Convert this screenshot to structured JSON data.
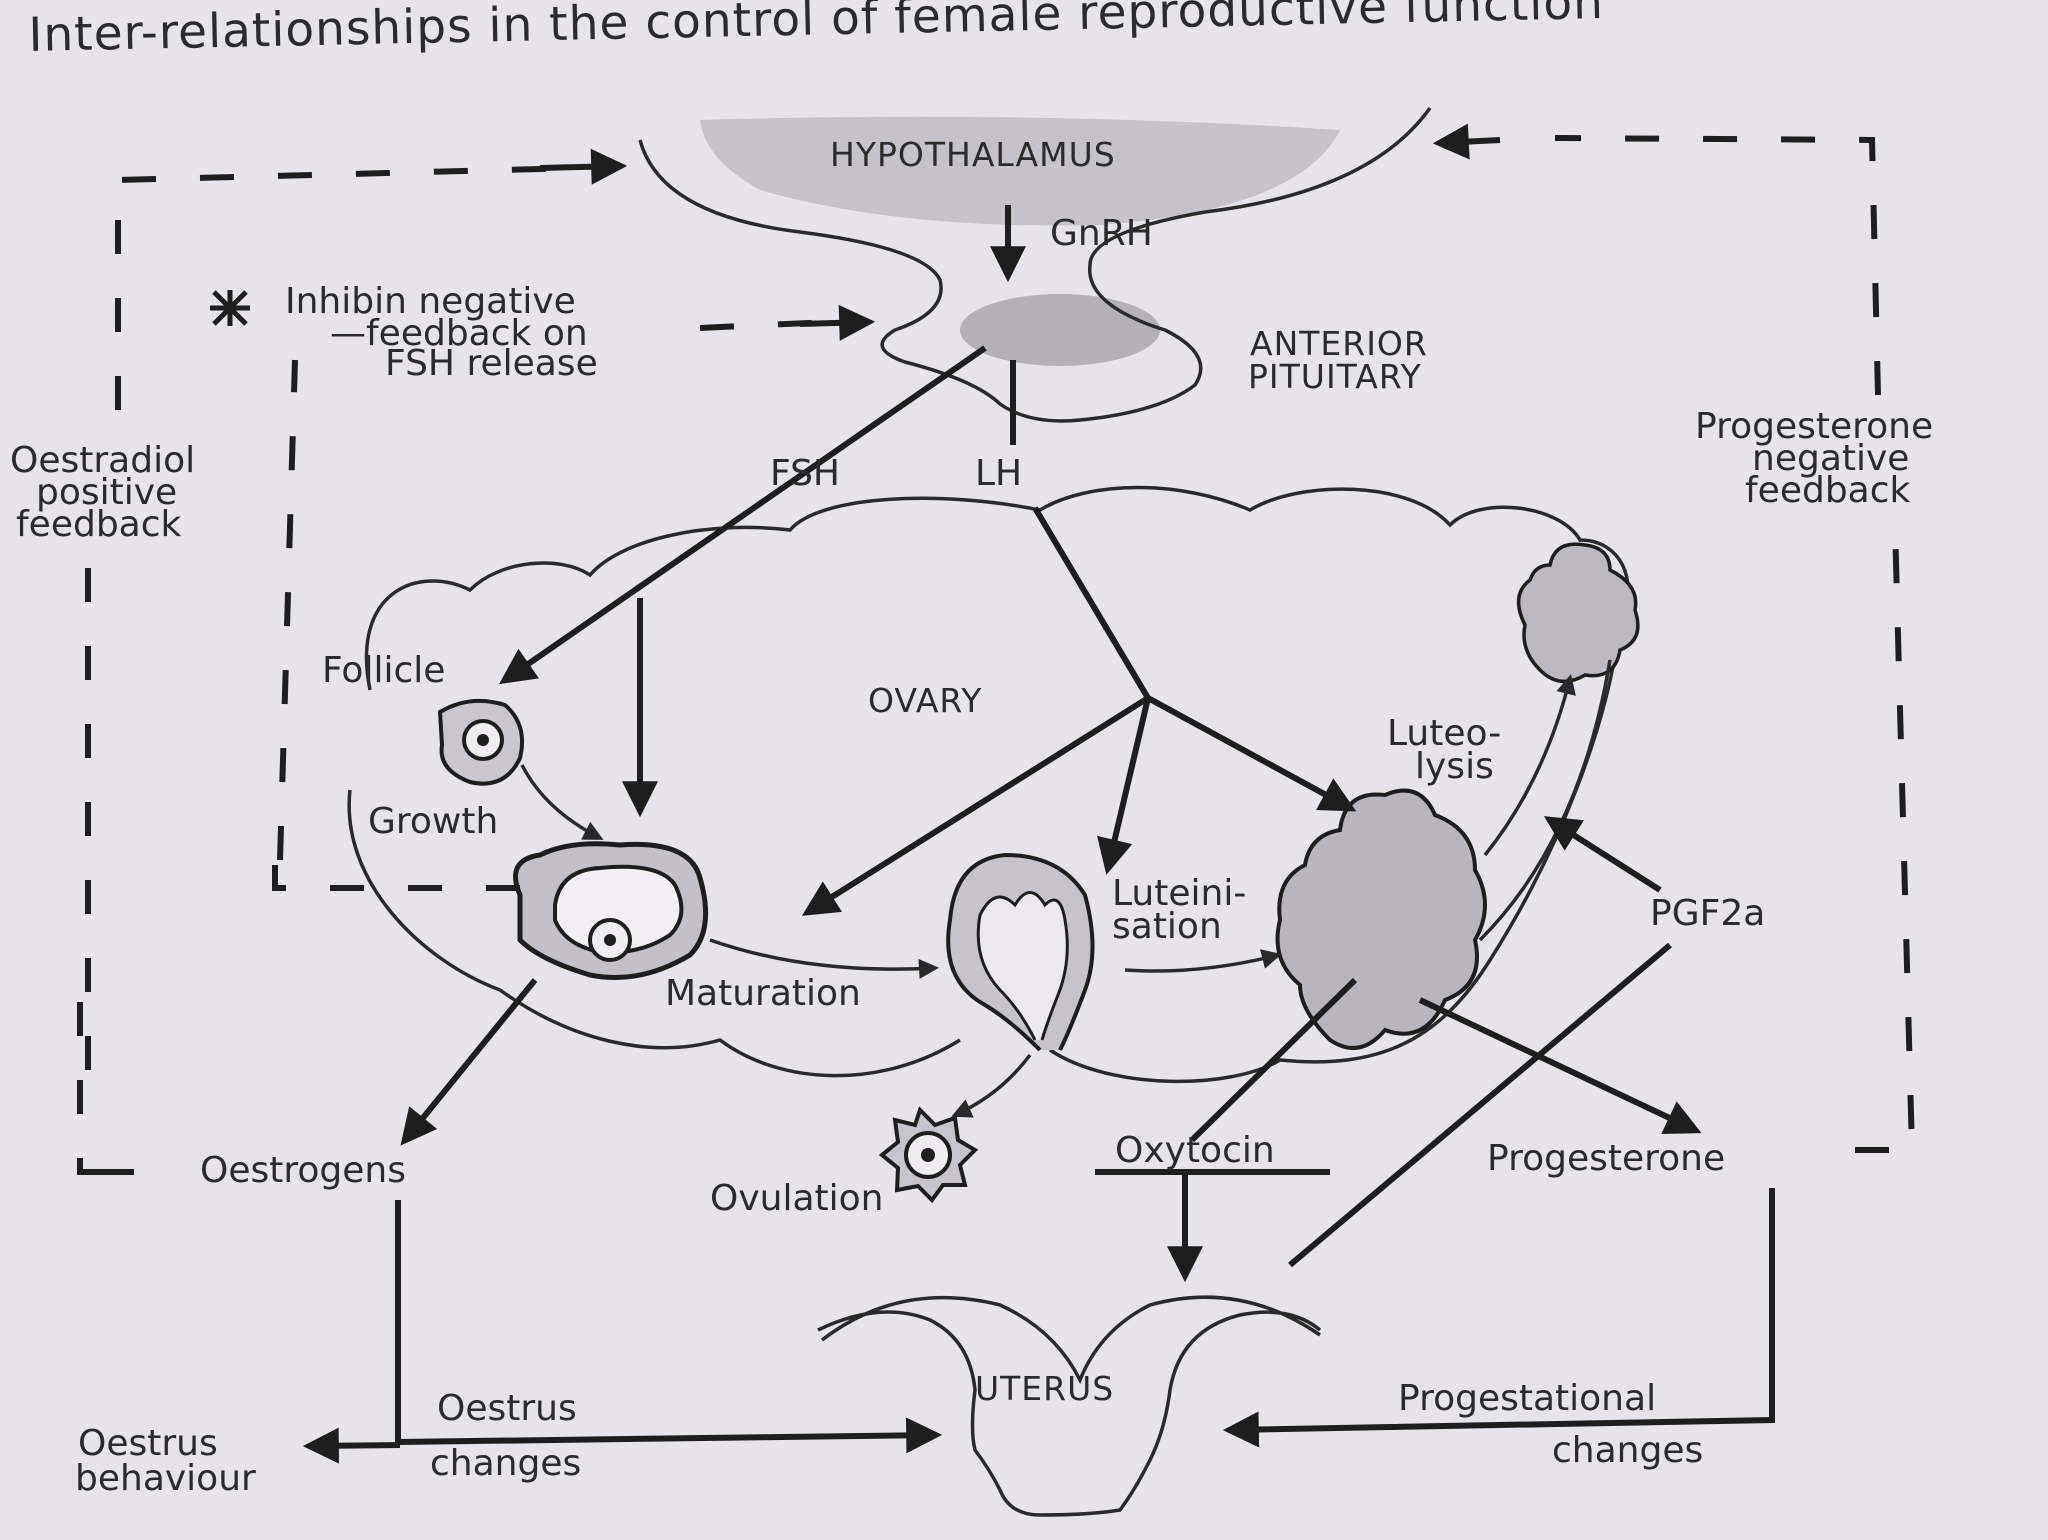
{
  "title": "Inter-relationships in the control of female reproductive function",
  "labels": {
    "hypothalamus": "HYPOTHALAMUS",
    "gnrh": "GnRH",
    "anterior_pituitary": [
      "ANTERIOR",
      "PITUITARY"
    ],
    "inhibin": [
      "Inhibin negative",
      "—feedback on",
      "FSH release"
    ],
    "oestradiol": [
      "Oestradiol",
      "positive",
      "feedback"
    ],
    "progesterone_feedback": [
      "Progesterone",
      "negative",
      "feedback"
    ],
    "fsh": "FSH",
    "lh": "LH",
    "ovary": "OVARY",
    "follicle": "Follicle",
    "growth": "Growth",
    "maturation": "Maturation",
    "luteinisation": [
      "Luteini-",
      "sation"
    ],
    "luteolysis": [
      "Luteo-",
      "lysis"
    ],
    "pgf2a": "PGF2a",
    "oestrogens": "Oestrogens",
    "ovulation": "Ovulation",
    "oxytocin": "Oxytocin",
    "progesterone": "Progesterone",
    "uterus": "UTERUS",
    "oestrus_changes": [
      "Oestrus",
      "changes"
    ],
    "oestrus_behaviour": [
      "Oestrus",
      "behaviour"
    ],
    "progestational_changes": [
      "Progestational",
      "changes"
    ]
  },
  "icons": {
    "asterisk": "asterisk-icon"
  },
  "colors": {
    "background": "#e6e4e9",
    "ink": "#1e1e1e",
    "shade": "#b9b6bd"
  }
}
